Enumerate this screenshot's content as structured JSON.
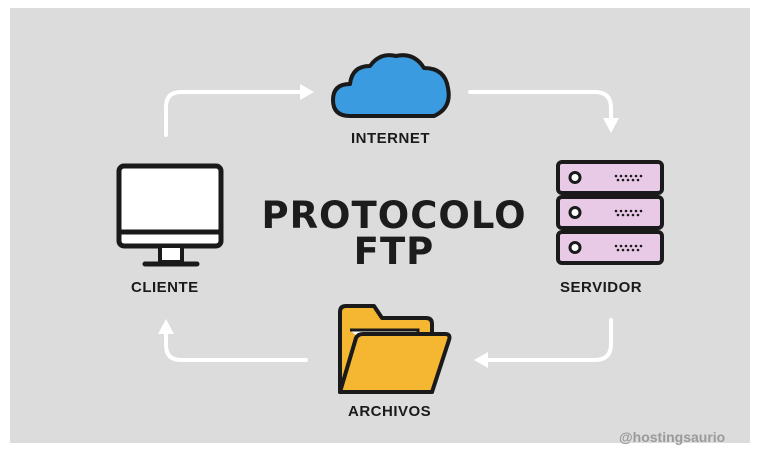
{
  "diagram": {
    "title_line1": "PROTOCOLO",
    "title_line2": "FTP",
    "nodes": {
      "internet": "INTERNET",
      "cliente": "CLIENTE",
      "servidor": "SERVIDOR",
      "archivos": "ARCHIVOS"
    },
    "watermark": "@hostingsaurio",
    "colors": {
      "background": "#dcdcdc",
      "cloud": "#3b9be0",
      "server": "#e8c9e6",
      "folder": "#f5b731",
      "outline": "#1a1a1a",
      "arrows": "#ffffff"
    },
    "icons": {
      "internet": "cloud-icon",
      "cliente": "monitor-icon",
      "servidor": "server-icon",
      "archivos": "folder-icon"
    }
  }
}
